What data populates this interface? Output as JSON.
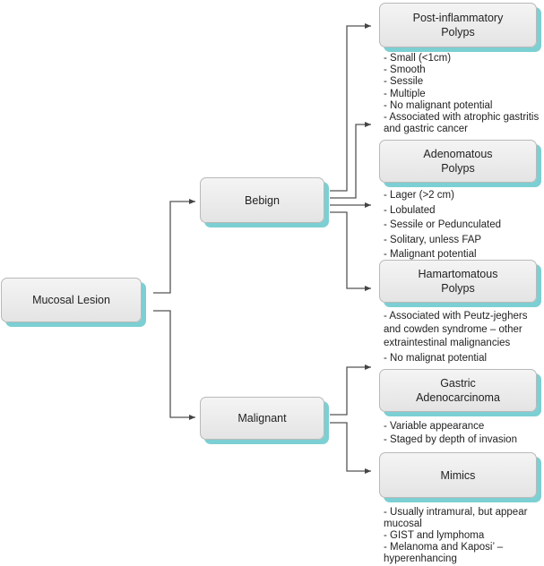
{
  "diagram": {
    "root": {
      "label": "Mucosal Lesion"
    },
    "branches": [
      {
        "label": "Bebign"
      },
      {
        "label": "Malignant"
      }
    ],
    "leaves": [
      {
        "label": "Post-inflammatory\nPolyps",
        "notes": [
          "- Small (<1cm)",
          "- Smooth",
          "- Sessile",
          "- Multiple",
          "- No malignant potential",
          "- Associated with atrophic gastritis\n  and gastric cancer"
        ]
      },
      {
        "label": "Adenomatous\nPolyps",
        "notes": [
          "- Lager (>2 cm)",
          "- Lobulated",
          "- Sessile or Pedunculated",
          "- Solitary, unless FAP",
          "- Malignant potential"
        ]
      },
      {
        "label": "Hamartomatous\nPolyps",
        "notes": [
          "- Associated with Peutz-jeghers\n  and cowden syndrome – other\n  extraintestinal  malignancies"
        ]
      },
      {
        "label": "Gastric\nAdenocarcinoma",
        "pre_notes": [
          "- No malignat potential"
        ],
        "notes": [
          "- Variable appearance",
          "- Staged by depth of invasion"
        ]
      },
      {
        "label": "Mimics",
        "notes": [
          "- Usually intramural, but appear\n  mucosal",
          "- GIST and lymphoma",
          "- Melanoma and Kaposi’ –\n  hyperenhancing"
        ]
      }
    ]
  }
}
